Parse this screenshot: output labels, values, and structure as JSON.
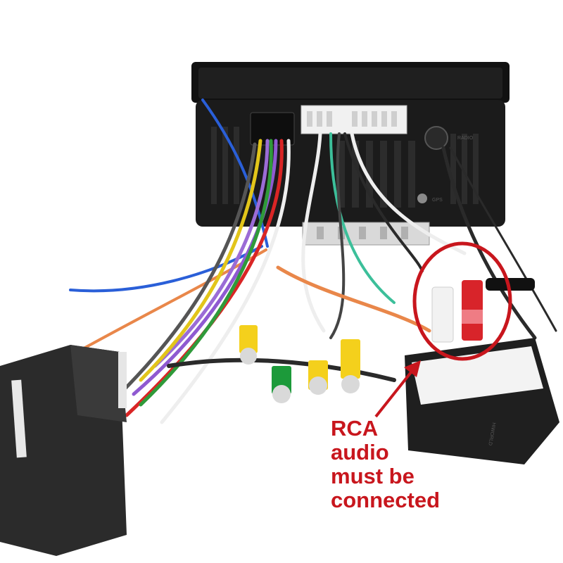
{
  "annotation": {
    "lines": [
      "RCA",
      "audio",
      "must be",
      "connected"
    ],
    "color": "#c8161d"
  },
  "labels": {
    "radio_port": "RADIO",
    "gps_port": "GPS",
    "brand": "HIWORLD"
  },
  "colors": {
    "unit_body": "#1b1b1b",
    "connector_plastic": "#2b2b2b",
    "rca_white": "#f2f2f2",
    "rca_red": "#d8242a",
    "rca_yellow": "#f4d01c",
    "rca_green": "#1c9a3a"
  }
}
